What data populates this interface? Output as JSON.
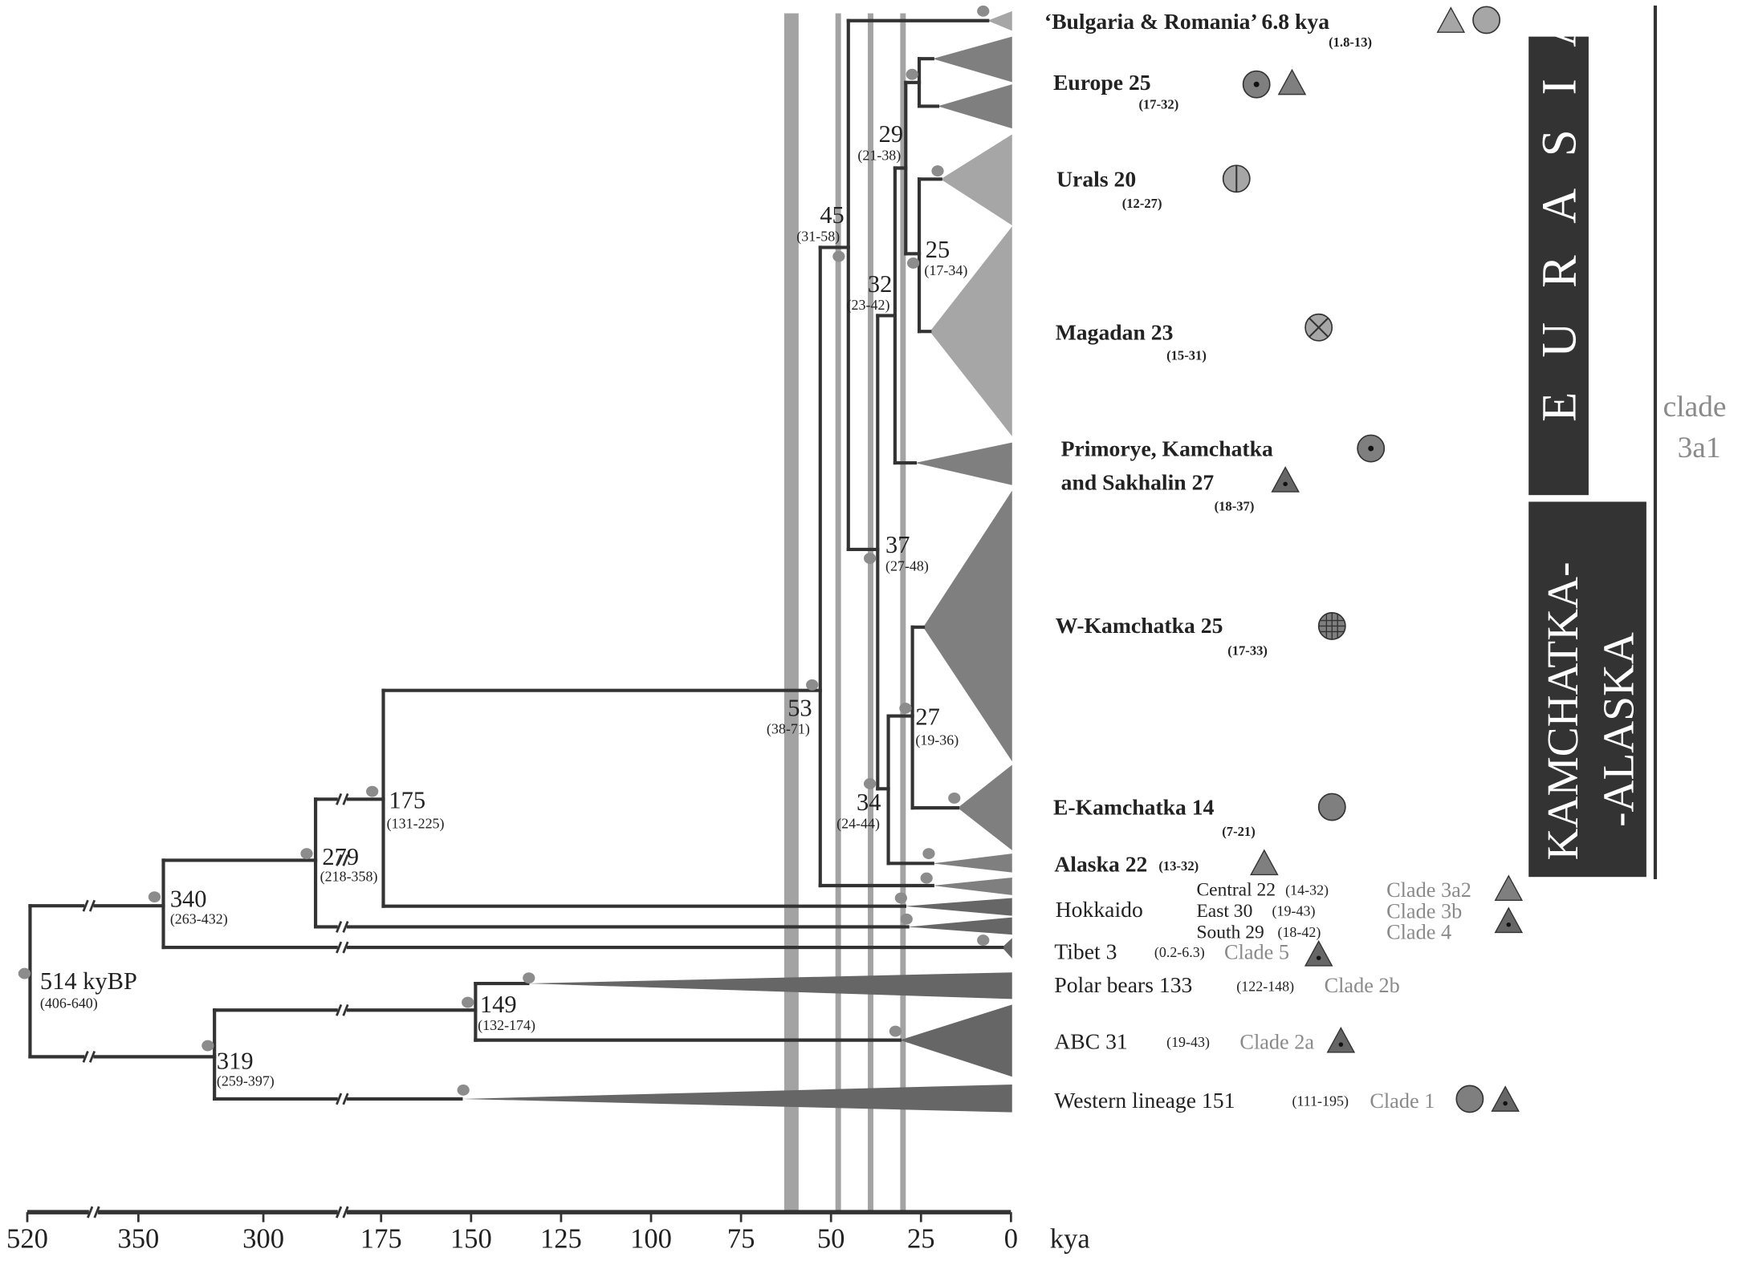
{
  "colors": {
    "branch": "#333333",
    "light": "#a6a6a6",
    "medium": "#7f7f7f",
    "dark": "#666666",
    "bar": "#a3a3a3",
    "node_dot": "#8c8c8c",
    "region_box": "#333333"
  },
  "nodes": [
    {
      "age": "514 kyBP",
      "ci": "(406-640)"
    },
    {
      "age": "340",
      "ci": "(263-432)"
    },
    {
      "age": "279",
      "ci": "(218-358)"
    },
    {
      "age": "175",
      "ci": "(131-225)"
    },
    {
      "age": "149",
      "ci": "(132-174)"
    },
    {
      "age": "319",
      "ci": "(259-397)"
    },
    {
      "age": "53",
      "ci": "(38-71)"
    },
    {
      "age": "45",
      "ci": "(31-58)"
    },
    {
      "age": "29",
      "ci": "(21-38)"
    },
    {
      "age": "32",
      "ci": "(23-42)"
    },
    {
      "age": "25",
      "ci": "(17-34)"
    },
    {
      "age": "37",
      "ci": "(27-48)"
    },
    {
      "age": "27",
      "ci": "(19-36)"
    },
    {
      "age": "34",
      "ci": "(24-44)"
    }
  ],
  "tips": [
    {
      "label": "‘Bulgaria & Romania’  6.8 kya",
      "ci": "(1.8-13)",
      "symbols": [
        "triangle-light",
        "circle-light"
      ]
    },
    {
      "label": "Europe  25",
      "ci": "(17-32)",
      "symbols": [
        "circle-dot",
        "triangle-medium"
      ]
    },
    {
      "label": "Urals  20",
      "ci": "(12-27)",
      "symbols": [
        "circle-split"
      ]
    },
    {
      "label": "Magadan  23",
      "ci": "(15-31)",
      "symbols": [
        "circle-cross"
      ]
    },
    {
      "label": "Primorye, Kamchatka",
      "label2": "and Sakhalin  27",
      "ci": "(18-37)",
      "symbols": [
        "circle-dot",
        "triangle-dot"
      ]
    },
    {
      "label": "W-Kamchatka  25",
      "ci": "(17-33)",
      "symbols": [
        "circle-grid"
      ]
    },
    {
      "label": "E-Kamchatka  14",
      "ci": "(7-21)",
      "symbols": [
        "circle-medium"
      ]
    },
    {
      "label": "Alaska  22",
      "ci": "(13-32)",
      "symbols": [
        "triangle-medium"
      ]
    },
    {
      "label": "Hokkaido",
      "subs": [
        {
          "label": "Central  22",
          "ci": "(14-32)",
          "clade": "Clade 3a2"
        },
        {
          "label": "East  30",
          "ci": "(19-43)",
          "clade": "Clade 3b"
        },
        {
          "label": "South  29",
          "ci": "(18-42)",
          "clade": "Clade 4"
        }
      ],
      "symbols": [
        "triangle-medium",
        "triangle-dot"
      ]
    },
    {
      "label": "Tibet  3",
      "ci": "(0.2-6.3)",
      "clade": "Clade 5",
      "symbols": [
        "triangle-dot"
      ]
    },
    {
      "label": "Polar bears  133",
      "ci": "(122-148)",
      "clade": "Clade 2b",
      "symbols": []
    },
    {
      "label": "ABC  31",
      "ci": "(19-43)",
      "clade": "Clade 2a",
      "symbols": [
        "triangle-dot"
      ]
    },
    {
      "label": "Western lineage  151",
      "ci": "(111-195)",
      "clade": "Clade 1",
      "symbols": [
        "circle-medium",
        "triangle-dot"
      ]
    }
  ],
  "axis": {
    "ticks": [
      "520",
      "350",
      "300",
      "175",
      "150",
      "125",
      "100",
      "75",
      "50",
      "25",
      "0"
    ],
    "tick_values": [
      520,
      350,
      300,
      175,
      150,
      125,
      100,
      75,
      50,
      25,
      0
    ],
    "unit": "kya"
  },
  "highlight_bars_kya": [
    {
      "from": 63,
      "to": 59
    },
    {
      "at": 48
    },
    {
      "at": 39
    },
    {
      "at": 30
    }
  ],
  "regions": {
    "eurasia": "E U R A S I A",
    "kamchatka_line1": "KAMCHATKA-",
    "kamchatka_line2": "-ALASKA",
    "clade_line1": "clade",
    "clade_line2": "3a1"
  }
}
